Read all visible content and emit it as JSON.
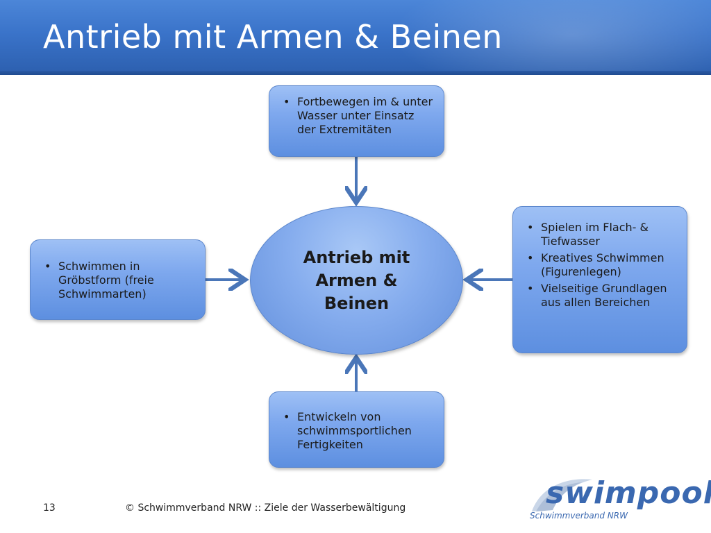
{
  "title": "Antrieb mit Armen & Beinen",
  "center": {
    "label": "Antrieb mit Armen & Beinen"
  },
  "boxes": {
    "top": {
      "items": [
        "Fortbewegen im & unter Wasser unter Einsatz der Extremitäten"
      ]
    },
    "left": {
      "items": [
        "Schwimmen in Gröbstform (freie Schwimmarten)"
      ]
    },
    "right": {
      "items": [
        "Spielen im Flach- & Tiefwasser",
        "Kreatives Schwimmen (Figurenlegen)",
        "Vielseitige Grundlagen aus allen Bereichen"
      ]
    },
    "bottom": {
      "items": [
        "Entwickeln von schwimmsportlichen Fertigkeiten"
      ]
    }
  },
  "footer": {
    "page_number": "13",
    "text": "© Schwimmverband NRW :: Ziele der Wasserbewältigung"
  },
  "logo": {
    "word": "swimpool",
    "subtitle": "Schwimmverband NRW"
  },
  "colors": {
    "header": "#3a73c9",
    "box_fill": "#7ea8ee",
    "arrow": "#4a76b8"
  }
}
